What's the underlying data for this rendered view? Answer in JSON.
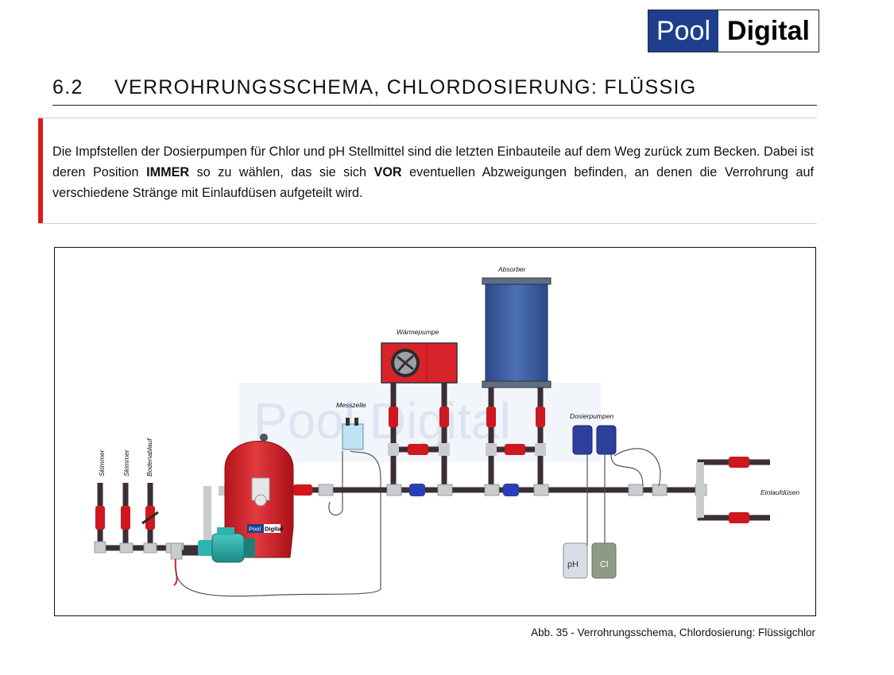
{
  "logo": {
    "part1": "Pool",
    "part2": "Digital"
  },
  "section": {
    "number": "6.2",
    "title": "VERROHRUNGSSCHEMA, CHLORDOSIERUNG: FLÜSSIG"
  },
  "note": {
    "text_1": "Die Impfstellen der Dosierpumpen für Chlor und pH Stellmittel sind die letzten Einbauteile auf dem Weg zurück zum Becken. Dabei ist deren Position ",
    "bold_1": "IMMER",
    "text_2": " so zu wählen, das sie sich ",
    "bold_2": "VOR",
    "text_3": " eventuellen Abzweigungen befinden, an denen die Verrohrung auf verschiedene Stränge mit Einlaufdüsen aufgeteilt wird."
  },
  "diagram": {
    "labels": {
      "skimmer_1": "Skimmer",
      "skimmer_2": "Skimmer",
      "bodenablauf": "Bodenablauf",
      "messzelle": "Messzelle",
      "waermepumpe": "Wärmepumpe",
      "absorber": "Absorber",
      "dosierpumpen": "Dosierpumpen",
      "einlaufduesen": "Einlaufdüsen",
      "canister_ph": "pH",
      "canister_cl": "Cl"
    },
    "filter_logo": {
      "part1": "Pool",
      "part2": "Digital"
    },
    "watermark": "Pool Digital",
    "colors": {
      "pipe": "#3a2f35",
      "fitting": "#c9cccf",
      "valve": "#d0161e",
      "filter": "#d8222a",
      "pump": "#26a9a5",
      "absorber": "#3a5a9e",
      "dosing": "#2f3f9e"
    }
  },
  "caption": "Abb.  35 - Verrohrungsschema, Chlordosierung: Flüssigchlor"
}
